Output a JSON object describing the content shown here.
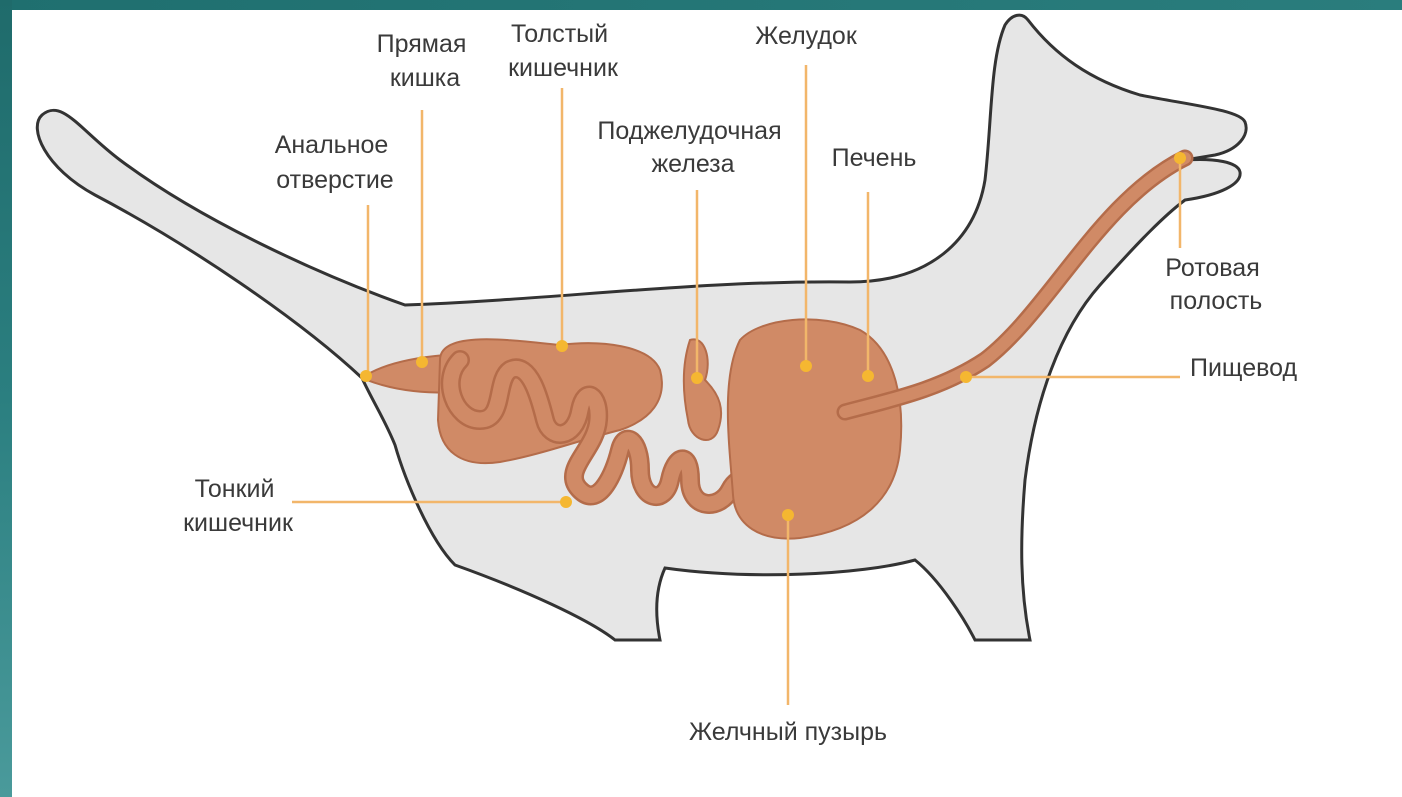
{
  "labels": {
    "rectum": [
      "Прямая",
      "кишка"
    ],
    "large_intestine": [
      "Толстый",
      "кишечник"
    ],
    "stomach": [
      "Желудок"
    ],
    "anus": [
      "Анальное",
      "отверстие"
    ],
    "pancreas": [
      "Поджелудочная",
      "железа"
    ],
    "liver": [
      "Печень"
    ],
    "oral_cavity": [
      "Ротовая",
      "полость"
    ],
    "esophagus": [
      "Пищевод"
    ],
    "small_intestine": [
      "Тонкий",
      "кишечник"
    ],
    "gallbladder": [
      "Желчный пузырь"
    ]
  },
  "colors": {
    "frame": "#1f6f6f",
    "body": "#e6e6e6",
    "outline": "#333333",
    "organ": "#d08a66",
    "organ_stroke": "#b46c4a",
    "leader": "#f2b66a",
    "dot": "#f5b731"
  }
}
